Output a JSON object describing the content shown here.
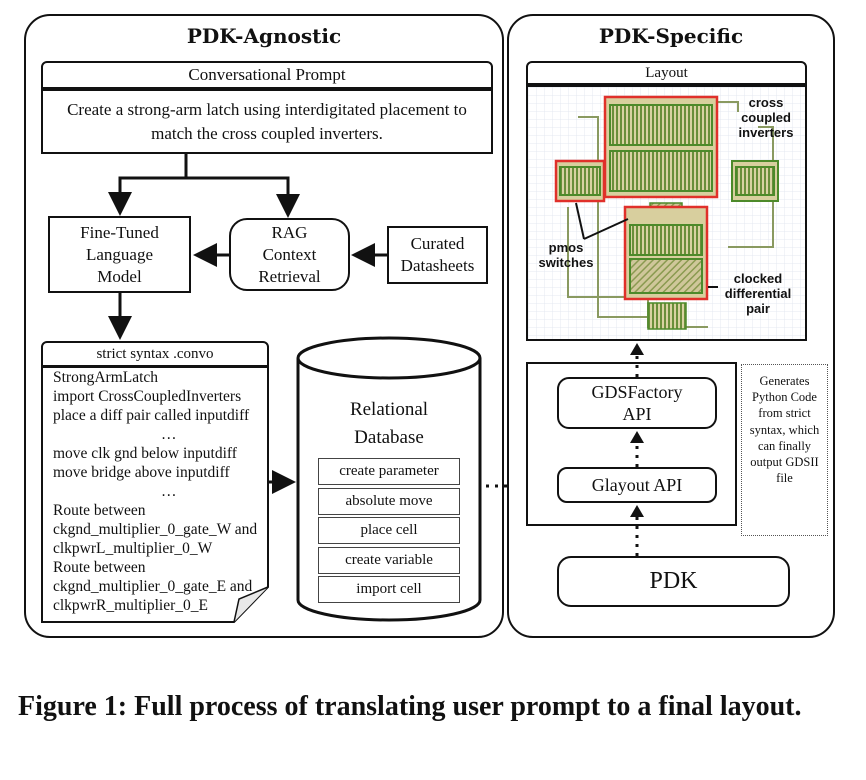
{
  "left_panel": {
    "title": "PDK-Agnostic",
    "prompt_header": "Conversational Prompt",
    "prompt_text": "Create a strong-arm latch using interdigitated placement to match the cross coupled inverters.",
    "llm_box": "Fine-Tuned Language Model",
    "rag_box": "RAG Context Retrieval",
    "datasheets_box": "Curated Datasheets",
    "convo_header": "strict syntax .convo",
    "convo_lines": [
      "StrongArmLatch",
      "import CrossCoupledInverters",
      "place a diff pair called inputdiff",
      "…",
      "move clk gnd below inputdiff",
      "move bridge above inputdiff",
      "…",
      "Route between",
      "ckgnd_multiplier_0_gate_W and",
      "clkpwrL_multiplier_0_W",
      "Route between",
      "ckgnd_multiplier_0_gate_E and",
      "clkpwrR_multiplier_0_E"
    ],
    "database_title": "Relational Database",
    "database_cells": [
      "create parameter",
      "absolute move",
      "place cell",
      "create variable",
      "import cell"
    ]
  },
  "right_panel": {
    "title": "PDK-Specific",
    "layout_header": "Layout",
    "annotations": {
      "cross": "cross coupled inverters",
      "pmos": "pmos switches",
      "clocked": "clocked differential pair"
    },
    "gdsfactory_box": "GDSFactory API",
    "glayout_box": "Glayout API",
    "pdk_box": "PDK",
    "note": "Generates Python Code from strict syntax, which can finally output GDSII file"
  },
  "caption": "Figure 1: Full process of translating user prompt to a final layout.",
  "colors": {
    "highlight": "#e0302a",
    "layout_green": "#5a9a3c",
    "layout_olive": "#a8a35a",
    "layout_tan": "#c9b57a"
  }
}
